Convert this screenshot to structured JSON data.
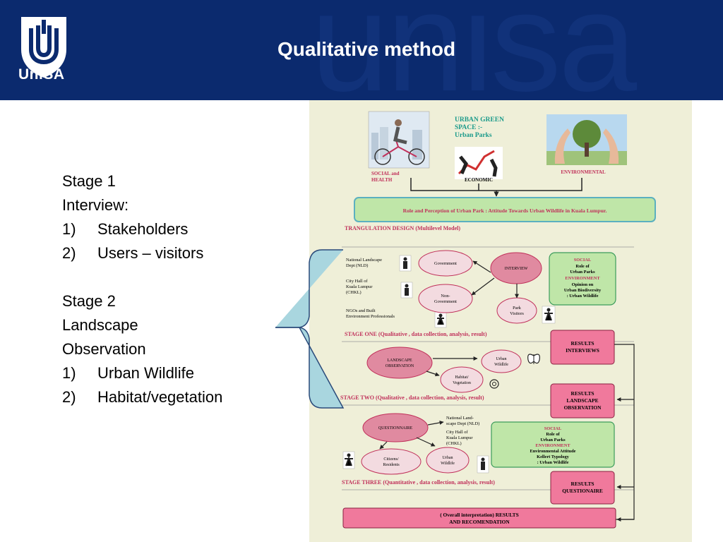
{
  "header": {
    "logo_text": "UniSA",
    "watermark": "unisa",
    "title": "Qualitative method"
  },
  "left": {
    "stage1_title": "Stage 1",
    "stage1_sub": "Interview:",
    "stage1_items": [
      {
        "num": "1)",
        "text": "Stakeholders"
      },
      {
        "num": "2)",
        "text": "Users – visitors"
      }
    ],
    "stage2_title": "Stage 2",
    "stage2_sub1": "Landscape",
    "stage2_sub2": "Observation",
    "stage2_items": [
      {
        "num": "1)",
        "text": "Urban Wildlife"
      },
      {
        "num": "2)",
        "text": "Habitat/vegetation"
      }
    ]
  },
  "diagram": {
    "top_title": [
      "URBAN GREEN",
      "SPACE :-",
      "Urban Parks"
    ],
    "social_health": [
      "SOCIAL and",
      "HEALTH"
    ],
    "economic": "ECONOMIC",
    "environmental": "ENVIRONMENTAL",
    "role_box": "Role and Perception of Urban Park : Attitude Towards Urban Wildlife in Kuala Lumpur.",
    "triangulation": "TRANGULATION DESIGN (Multilevel Model)",
    "stakeholders": [
      [
        "National Landscape",
        "Dept (NLD)"
      ],
      [
        "City Hall of",
        "Kuala Lumpur",
        "(CHKL)"
      ],
      [
        "NGOs and Built",
        "Environment Professionals"
      ]
    ],
    "government": "Government",
    "non_government": [
      "Non-",
      "Government"
    ],
    "interview": "INTERVIEW",
    "park_visitors": [
      "Park",
      "Visitors"
    ],
    "social_box1": {
      "social": "SOCIAL",
      "lines1": [
        "Role of",
        "Urban Parks"
      ],
      "environment": "ENVIRONMENT",
      "lines2": [
        "Opinion on",
        "Urban Biodiversity",
        ": Urban Wildlife"
      ]
    },
    "stage_one": "STAGE ONE (Qualitative , data collection, analysis, result)",
    "results_interviews": [
      "RESULTS",
      "INTERVIEWS"
    ],
    "landscape_obs": [
      "LANDSCAPE",
      "OBSERVATION"
    ],
    "urban_wildlife": [
      "Urban",
      "Wildlife"
    ],
    "habitat": [
      "Habitat/",
      "Vegetation"
    ],
    "stage_two": "STAGE TWO (Qualitative , data collection, analysis, result)",
    "results_landscape": [
      "RESULTS",
      "LANDSCAPE",
      "OBSERVATION"
    ],
    "questionnaire": "QUESTIONNAIRE",
    "stakeholders2": [
      [
        "National Land-",
        "scape Dept (NLD)"
      ],
      [
        "City Hall of",
        "Kuala Lumpur",
        "(CHKL)"
      ]
    ],
    "citizens": [
      "Citizens/",
      "Residents"
    ],
    "urban_wildlife2": [
      "Urban",
      "Wildlife"
    ],
    "social_box2": {
      "social": "SOCIAL",
      "lines1": [
        "Role of",
        "Urban Parks"
      ],
      "environment": "ENVIRONMENT",
      "lines2": [
        "Environmental  Attitude",
        "Kellert Typology",
        ": Urban Wildlife"
      ]
    },
    "stage_three": "STAGE THREE (Quantitative , data collection, analysis, result)",
    "results_questionnaire": [
      "RESULTS",
      "QUESTIONAIRE"
    ],
    "overall": [
      "( Overall interpretation) RESULTS",
      "AND RECOMENDATION"
    ],
    "colors": {
      "navy": "#0b2a6e",
      "panel_bg": "#efefd8",
      "pink_box": "#f0799c",
      "green_box": "#bfe6a8",
      "oval_pink": "#e08aa0",
      "oval_light": "#f3dbe0",
      "brace_fill": "#a9d6df",
      "stage_text": "#c0305a",
      "teal_text": "#1a9a8a"
    }
  }
}
